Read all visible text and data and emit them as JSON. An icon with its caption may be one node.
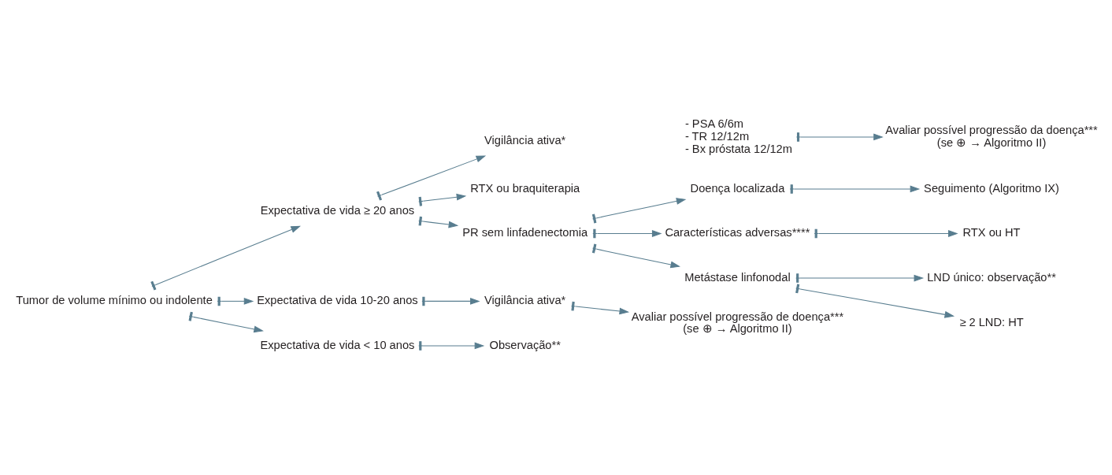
{
  "diagram": {
    "nodes": [
      {
        "text": [
          "Tumor de volume mínimo ou indolente"
        ]
      },
      {
        "text": [
          "Expectativa de vida ≥ 20 anos"
        ]
      },
      {
        "text": [
          "Vigilância ativa*"
        ]
      },
      {
        "text": [
          "- PSA 6/6m",
          "- TR 12/12m",
          "- Bx próstata 12/12m"
        ]
      },
      {
        "text": [
          "Avaliar possível progressão da doença***",
          "(se ⊕ → Algoritmo II)"
        ]
      },
      {
        "text": [
          "RTX ou braquiterapia"
        ]
      },
      {
        "text": [
          "PR sem linfadenectomia"
        ]
      },
      {
        "text": [
          "Doença localizada"
        ]
      },
      {
        "text": [
          "Seguimento (Algoritmo IX)"
        ]
      },
      {
        "text": [
          "Características adversas****"
        ]
      },
      {
        "text": [
          "RTX ou HT"
        ]
      },
      {
        "text": [
          "Metástase linfonodal"
        ]
      },
      {
        "text": [
          "LND único: observação**"
        ]
      },
      {
        "text": [
          "≥ 2 LND: HT"
        ]
      },
      {
        "text": [
          "Expectativa de vida 10-20 anos"
        ]
      },
      {
        "text": [
          "Vigilância ativa*"
        ]
      },
      {
        "text": [
          "Avaliar possível progressão de doença***",
          "(se ⊕ → Algoritmo II)"
        ]
      },
      {
        "text": [
          "Expectativa de vida < 10 anos"
        ]
      },
      {
        "text": [
          "Observação**"
        ]
      }
    ],
    "edges": [
      {
        "from": 0,
        "to": 1,
        "arrow": "to"
      },
      {
        "from": 1,
        "to": 2,
        "arrow": "to"
      },
      {
        "from": 3,
        "to": 4,
        "arrow": "to"
      },
      {
        "from": 1,
        "to": 5,
        "arrow": "to"
      },
      {
        "from": 1,
        "to": 6,
        "arrow": "to"
      },
      {
        "from": 6,
        "to": 7,
        "arrow": "to"
      },
      {
        "from": 7,
        "to": 8,
        "arrow": "to"
      },
      {
        "from": 6,
        "to": 9,
        "arrow": "to"
      },
      {
        "from": 9,
        "to": 10,
        "arrow": "to"
      },
      {
        "from": 6,
        "to": 11,
        "arrow": "to"
      },
      {
        "from": 11,
        "to": 12,
        "arrow": "to"
      },
      {
        "from": 11,
        "to": 13,
        "arrow": "to"
      },
      {
        "from": 0,
        "to": 14,
        "arrow": "to"
      },
      {
        "from": 14,
        "to": 15,
        "arrow": "to"
      },
      {
        "from": 15,
        "to": 16,
        "arrow": "to"
      },
      {
        "from": 0,
        "to": 17,
        "arrow": "to"
      },
      {
        "from": 17,
        "to": 18,
        "arrow": "to"
      }
    ]
  }
}
